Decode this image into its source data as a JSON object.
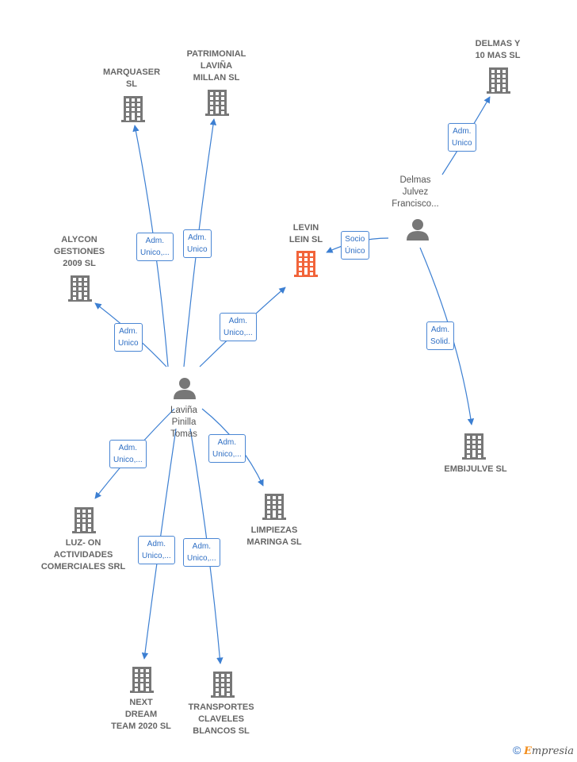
{
  "companies": {
    "marquaser": [
      "MARQUASER",
      "SL"
    ],
    "patrimonial": [
      "PATRIMONIAL",
      "LAVIÑA",
      "MILLAN  SL"
    ],
    "delmas_y_10": [
      "DELMAS Y",
      "10 MAS  SL"
    ],
    "alycon": [
      "ALYCON",
      "GESTIONES",
      "2009  SL"
    ],
    "levin": [
      "LEVIN",
      "LEIN  SL"
    ],
    "embijulve": [
      "EMBIJULVE  SL"
    ],
    "luz_on": [
      "LUZ- ON",
      "ACTIVIDADES",
      "COMERCIALES SRL"
    ],
    "limpiezas": [
      "LIMPIEZAS",
      "MARINGA SL"
    ],
    "next_dream": [
      "NEXT",
      "DREAM",
      "TEAM 2020  SL"
    ],
    "transportes": [
      "TRANSPORTES",
      "CLAVELES",
      "BLANCOS  SL"
    ]
  },
  "persons": {
    "lavina": [
      "Laviña",
      "Pinilla",
      "Tomas"
    ],
    "delmas": [
      "Delmas",
      "Julvez",
      "Francisco..."
    ]
  },
  "edges": {
    "marquaser": [
      "Adm.",
      "Unico,..."
    ],
    "patrimonial": [
      "Adm.",
      "Unico"
    ],
    "alycon": [
      "Adm.",
      "Unico"
    ],
    "levin_lavina": [
      "Adm.",
      "Unico,..."
    ],
    "levin_delmas": [
      "Socio",
      "Único"
    ],
    "delmas_y_10": [
      "Adm.",
      "Unico"
    ],
    "embijulve": [
      "Adm.",
      "Solid."
    ],
    "luz_on": [
      "Adm.",
      "Unico,..."
    ],
    "limpiezas": [
      "Adm.",
      "Unico,..."
    ],
    "next_dream": [
      "Adm.",
      "Unico,..."
    ],
    "transportes": [
      "Adm.",
      "Unico,..."
    ]
  },
  "colors": {
    "edge": "#3c7fd2",
    "building": "#777777",
    "highlight_building": "#f2643a",
    "person": "#777777"
  },
  "footer": {
    "copyright_symbol": "©",
    "brand_initial": "E",
    "brand_rest": "mpresia"
  }
}
